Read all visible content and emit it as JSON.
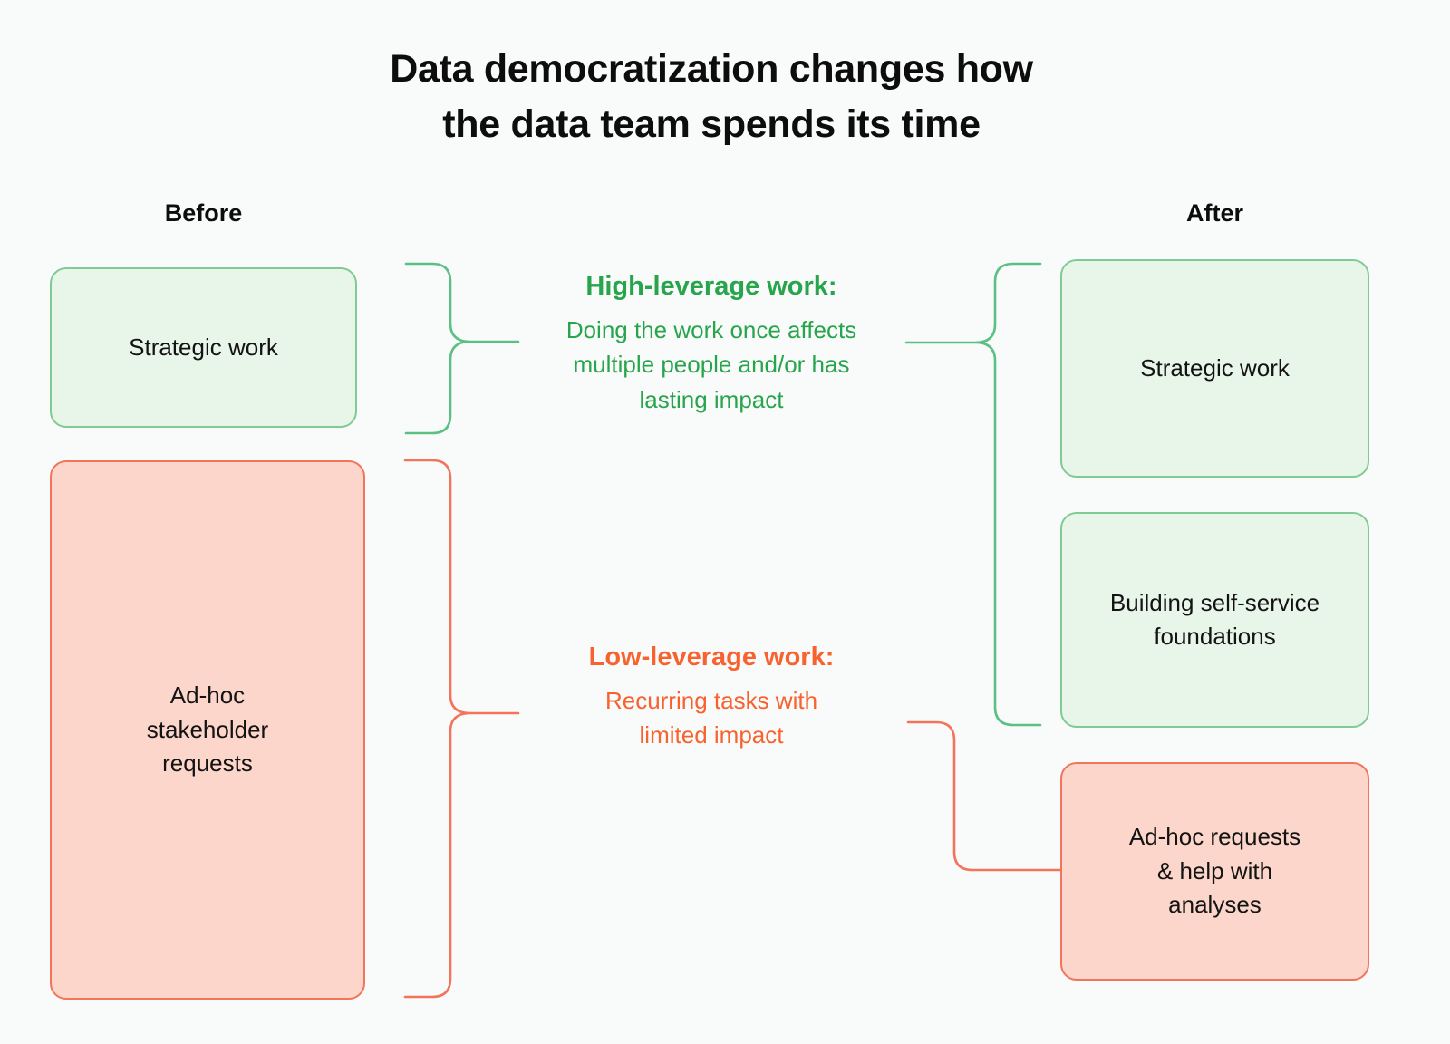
{
  "title": "Data democratization changes how\nthe data team spends its time",
  "columns": {
    "before_label": "Before",
    "after_label": "After"
  },
  "before_boxes": [
    {
      "label": "Strategic work",
      "category": "high-leverage",
      "color": "#e8f5e9",
      "border": "#7fcb93"
    },
    {
      "label": "Ad-hoc\nstakeholder\nrequests",
      "category": "low-leverage",
      "color": "#fcd6cb",
      "border": "#f2745a"
    }
  ],
  "after_boxes": [
    {
      "label": "Strategic work",
      "category": "high-leverage",
      "color": "#e8f5e9",
      "border": "#7fcb93"
    },
    {
      "label": "Building self-service\nfoundations",
      "category": "high-leverage",
      "color": "#e8f5e9",
      "border": "#7fcb93"
    },
    {
      "label": "Ad-hoc requests\n& help with\nanalyses",
      "category": "low-leverage",
      "color": "#fcd6cb",
      "border": "#f2745a"
    }
  ],
  "center": {
    "high": {
      "heading": "High-leverage work:",
      "body": "Doing the work once affects\nmultiple people and/or has\nlasting impact",
      "color": "#28a54c"
    },
    "low": {
      "heading": "Low-leverage work:",
      "body": "Recurring tasks with\nlimited impact",
      "color": "#f8622f"
    }
  },
  "theme": {
    "background": "#f9fbfa",
    "text": "#111111",
    "green_accent": "#28a54c",
    "green_line": "#5cbf83",
    "orange_accent": "#f8622f",
    "orange_line": "#f2745a"
  }
}
